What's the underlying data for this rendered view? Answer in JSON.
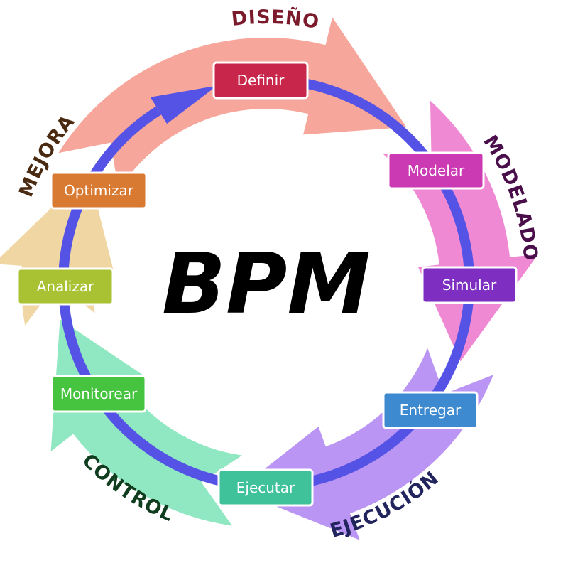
{
  "center_title": "BPM",
  "phases": [
    {
      "label": "DISEÑO",
      "color": "#f59e93",
      "text_color": "#7a1a2a"
    },
    {
      "label": "MODELADO",
      "color": "#ee7fd0",
      "text_color": "#4a0f4a"
    },
    {
      "label": "EJECUCIÓN",
      "color": "#b48cf2",
      "text_color": "#22245e"
    },
    {
      "label": "CONTROL",
      "color": "#86e6bd",
      "text_color": "#0f3d1e"
    },
    {
      "label": "MEJORA",
      "color": "#efd39a",
      "text_color": "#4a2a10"
    }
  ],
  "steps": [
    {
      "label": "Definir",
      "color": "#c8264a"
    },
    {
      "label": "Modelar",
      "color": "#cc3ab3"
    },
    {
      "label": "Simular",
      "color": "#7e2fc2"
    },
    {
      "label": "Entregar",
      "color": "#3e8ad0"
    },
    {
      "label": "Ejecutar",
      "color": "#3fc29a"
    },
    {
      "label": "Monitorear",
      "color": "#46c43f"
    },
    {
      "label": "Analizar",
      "color": "#a8c234"
    },
    {
      "label": "Optimizar",
      "color": "#d97a33"
    }
  ],
  "inner_ring_color": "#5553e6"
}
